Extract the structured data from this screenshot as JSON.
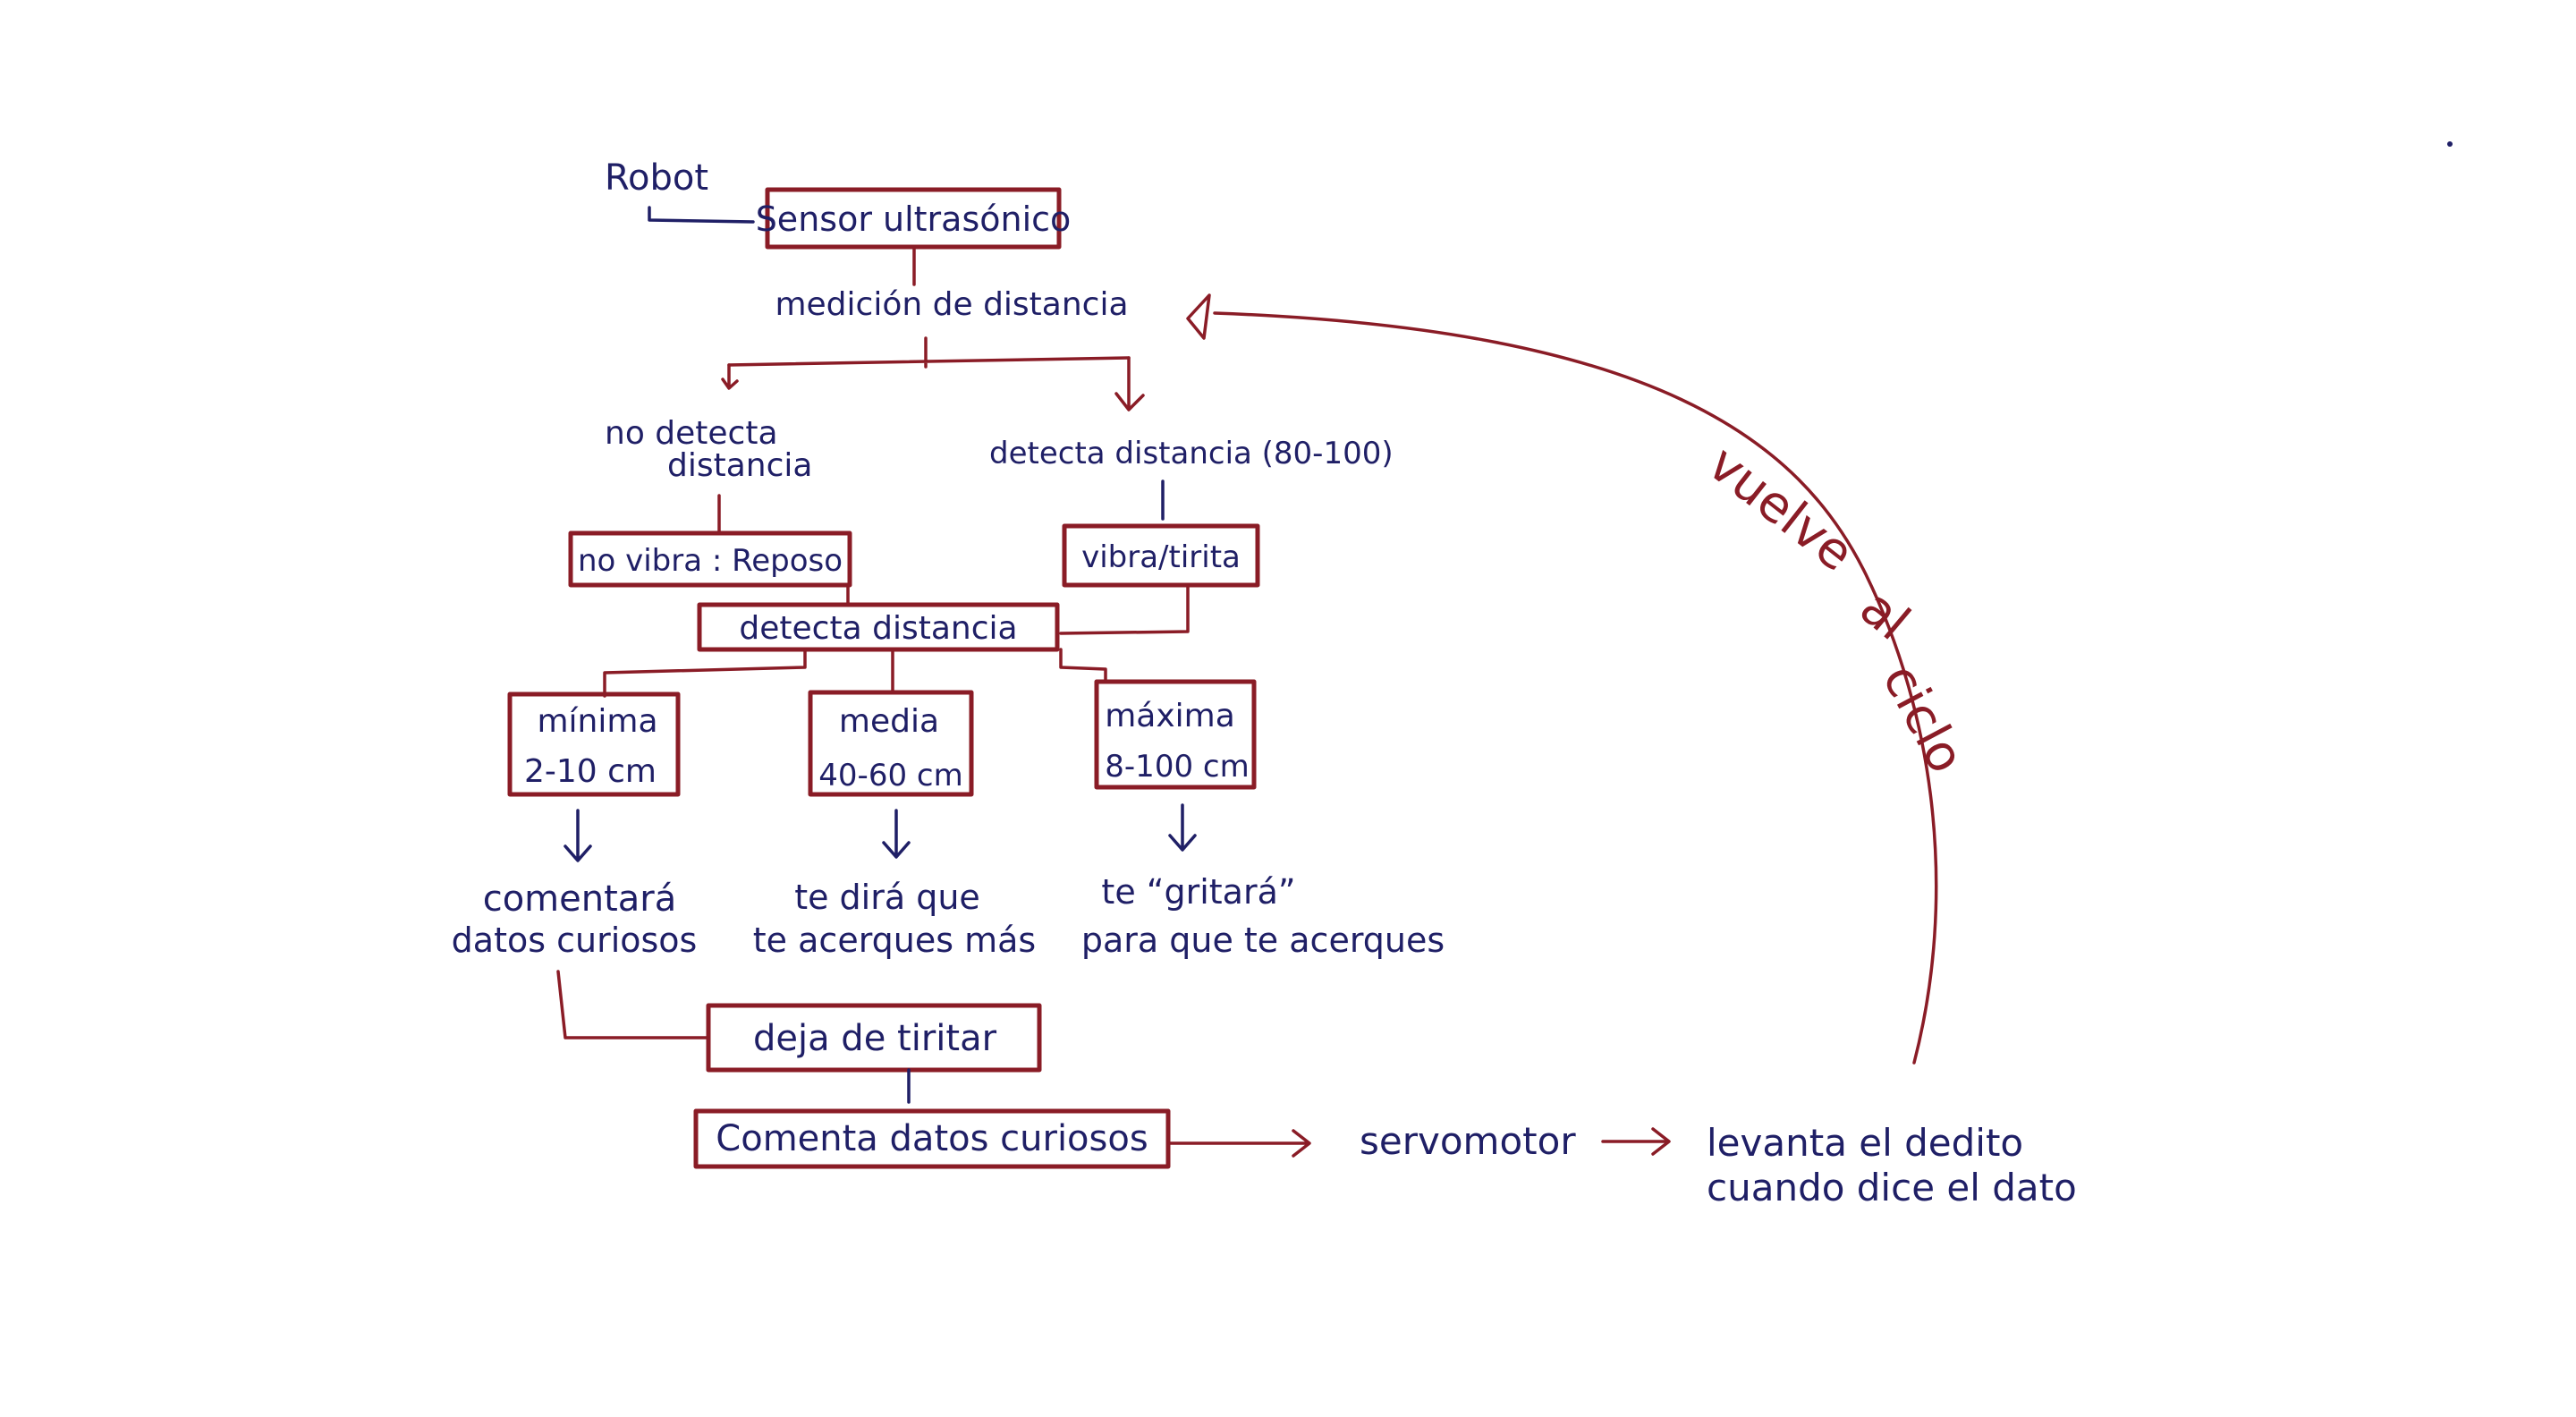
{
  "diagram": {
    "robot_label": "Robot",
    "sensor": "Sensor ultrasónico",
    "measurement": "medición de distancia",
    "branch_left": {
      "line1": "no detecta",
      "line2": "distancia"
    },
    "branch_right": "detecta distancia (80-100)",
    "rest_box": "no vibra : Reposo",
    "vibrate_box": "vibra/tirita",
    "detect_box": "detecta distancia",
    "ranges": [
      {
        "name": "mínima",
        "range": "2-10 cm"
      },
      {
        "name": "media",
        "range": "40-60 cm"
      },
      {
        "name": "máxima",
        "range": "8-100 cm"
      }
    ],
    "outcomes": [
      {
        "line1": "comentará",
        "line2": "datos curiosos"
      },
      {
        "line1": "te dirá que",
        "line2": "te acerques más"
      },
      {
        "line1": "te “gritará”",
        "line2": "para que te acerques"
      }
    ],
    "stop_box": "deja de tiritar",
    "comment_box": "Comenta datos curiosos",
    "servo": "servomotor",
    "finger": {
      "line1": "levanta el dedito",
      "line2": "cuando dice el dato"
    },
    "loop": {
      "word1": "vuelve",
      "word2": "al",
      "word3": "ciclo"
    },
    "colors": {
      "ink_blue": "#1f1f66",
      "ink_red": "#8a1c26",
      "background": "#ffffff"
    }
  }
}
